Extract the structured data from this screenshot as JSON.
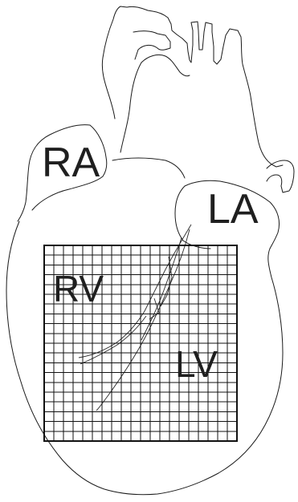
{
  "diagram": {
    "labels": {
      "right_atrium": "RA",
      "left_atrium": "LA",
      "right_ventricle": "RV",
      "left_ventricle": "LV"
    },
    "grid": {
      "columns": 20,
      "rows": 20
    },
    "colors": {
      "line": "#1a1a1a",
      "background": "#ffffff"
    }
  }
}
